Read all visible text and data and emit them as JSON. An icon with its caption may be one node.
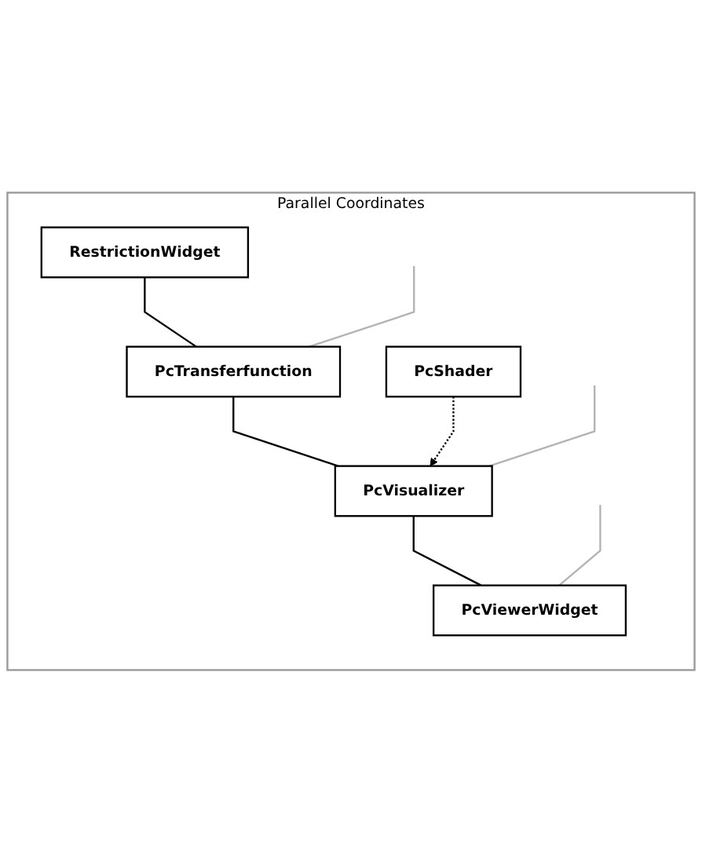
{
  "diagram": {
    "nodes": [
      {
        "text": [
          "Parallel Coordinates"
        ]
      },
      {
        "text": [
          "RestrictionWidget"
        ],
        "in": 0
      },
      {
        "text": [
          "PcTransferfunction"
        ],
        "in": 0
      },
      {
        "text": [
          "PcVisualizer"
        ],
        "in": 0
      },
      {
        "text": [
          "PcShader"
        ],
        "in": 0
      },
      {
        "text": [
          "PcViewerWidget"
        ],
        "in": 0
      }
    ],
    "edges": [
      {
        "from": 1,
        "to": 2,
        "arrow": "none"
      },
      {
        "from": 2,
        "to": 3,
        "arrow": "none"
      },
      {
        "from": 4,
        "to": 3,
        "arrow": "to",
        "style": "dashed"
      },
      {
        "from": 3,
        "to": 5,
        "arrow": "none"
      },
      {
        "from": null,
        "to": 2,
        "arrow": "none",
        "color": "#b3b3b3"
      },
      {
        "from": null,
        "to": 3,
        "arrow": "none",
        "color": "#b3b3b3"
      },
      {
        "from": null,
        "to": 5,
        "arrow": "none",
        "color": "#b3b3b3"
      }
    ]
  }
}
